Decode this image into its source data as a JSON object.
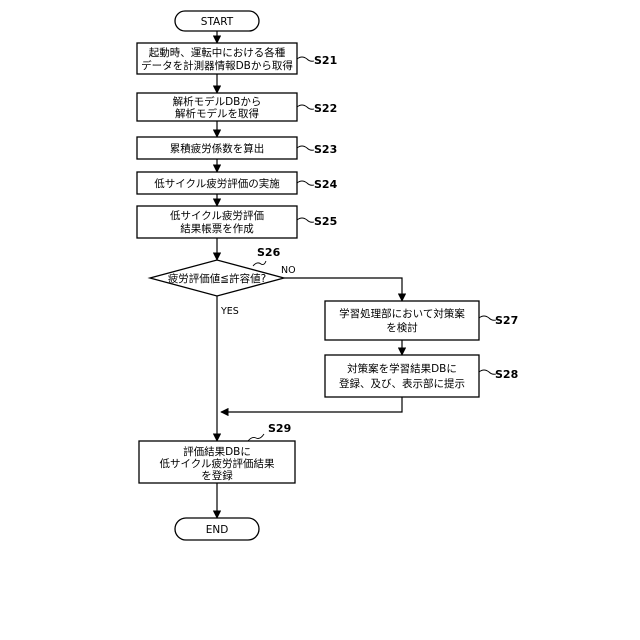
{
  "flowchart": {
    "start": "START",
    "end": "END",
    "steps": {
      "s21": {
        "id": "S21",
        "lines": [
          "起動時、運転中における各種",
          "データを計測器情報DBから取得"
        ]
      },
      "s22": {
        "id": "S22",
        "lines": [
          "解析モデルDBから",
          "解析モデルを取得"
        ]
      },
      "s23": {
        "id": "S23",
        "lines": [
          "累積疲労係数を算出"
        ]
      },
      "s24": {
        "id": "S24",
        "lines": [
          "低サイクル疲労評価の実施"
        ]
      },
      "s25": {
        "id": "S25",
        "lines": [
          "低サイクル疲労評価",
          "結果帳票を作成"
        ]
      },
      "s26": {
        "id": "S26",
        "lines": [
          "疲労評価値≦許容値?"
        ]
      },
      "s27": {
        "id": "S27",
        "lines": [
          "学習処理部において対策案",
          "を検討"
        ]
      },
      "s28": {
        "id": "S28",
        "lines": [
          "対策案を学習結果DBに",
          "登録、及び、表示部に提示"
        ]
      },
      "s29": {
        "id": "S29",
        "lines": [
          "評価結果DBに",
          "低サイクル疲労評価結果",
          "を登録"
        ]
      }
    },
    "branches": {
      "no": "NO",
      "yes": "YES"
    }
  }
}
